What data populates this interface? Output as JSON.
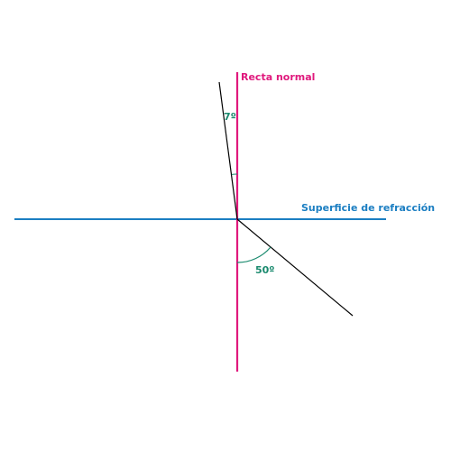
{
  "labels": {
    "normal": "Recta normal",
    "surface": "Superficie de refracción",
    "angle_incident": "7º",
    "angle_refracted": "50º"
  },
  "colors": {
    "normal": "#e0197d",
    "surface": "#1b7ec2",
    "angle": "#1a8a6e",
    "ray": "#000000"
  }
}
